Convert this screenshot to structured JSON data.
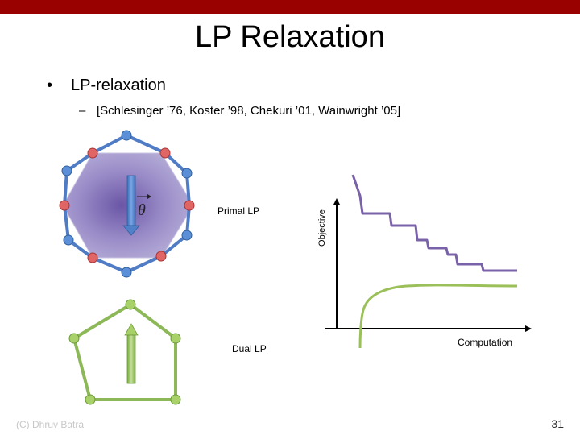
{
  "slide": {
    "title": "LP Relaxation",
    "bullet": "LP-relaxation",
    "bullet_marker": "•",
    "sub_marker": "–",
    "sub_bullet": "[Schlesinger ’76, Koster ’98, Chekuri ’01, Wainwright ’05]",
    "vector_symbol": "θ",
    "primal_label": "Primal LP",
    "dual_label": "Dual LP",
    "y_axis_label": "Objective",
    "x_axis_label": "Computation",
    "footer": "(C) Dhruv Batra",
    "page_number": "31"
  },
  "colors": {
    "header_bar": "#990000",
    "octagon_edge": "#4f7cc4",
    "octagon_node_blue": "#5b8fd8",
    "octagon_node_red": "#e06666",
    "hexagon_fill": "#7d6db3",
    "pentagon_edge": "#8db858",
    "primal_curve": "#7a62a8",
    "dual_curve": "#9bc05a"
  }
}
